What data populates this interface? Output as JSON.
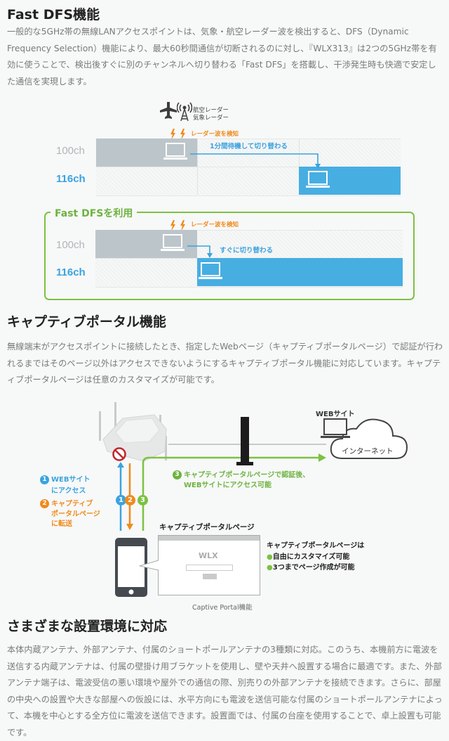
{
  "colors": {
    "blue": "#47aee2",
    "orange": "#f08a1c",
    "green": "#7cc242",
    "grey_block": "#bcc5ca",
    "heading": "#222222",
    "body_text": "#7a7a7a"
  },
  "section1": {
    "title": "Fast DFS機能",
    "paragraph": "一般的な5GHz帯の無線LANアクセスポイントは、気象・航空レーダー波を検出すると、DFS（Dynamic Frequency Selection）機能により、最大60秒間通信が切断されるのに対し、『WLX313』は2つの5GHz帯を有効に使うことで、検出後すぐに別のチャンネルへ切り替わる「Fast DFS」を搭載し、干渉発生時も快適で安定した通信を実現します。",
    "diagram_standard": {
      "radar_label_line1": "航空レーダー",
      "radar_label_line2": "気象レーダー",
      "detect_label": "レーダー波を検知",
      "switch_label": "1分間待機して切り替わる",
      "channel_a": "100ch",
      "channel_b": "116ch",
      "icons": [
        "airplane-icon",
        "radar-tower-icon",
        "lightning-icon",
        "laptop-icon"
      ]
    },
    "diagram_fast": {
      "box_title": "Fast DFSを利用",
      "detect_label": "レーダー波を検知",
      "switch_label": "すぐに切り替わる",
      "channel_a": "100ch",
      "channel_b": "116ch"
    }
  },
  "section2": {
    "title": "キャプティブポータル機能",
    "paragraph": "無線端末がアクセスポイントに接続したとき、指定したWebページ（キャプティブポータルページ）で認証が行われるまではそのページ以外はアクセスできないようにするキャプティブポータル機能に対応しています。キャプティブポータルページは任意のカスタマイズが可能です。",
    "diagram": {
      "step1_num": "1",
      "step1_line1": "WEBサイト",
      "step1_line2": "にアクセス",
      "step2_num": "2",
      "step2_line1": "キャプティブ",
      "step2_line2": "ポータルページ",
      "step2_line3": "に転送",
      "step3_num": "3",
      "step3_line1": "キャプティブポータルページで認証後、",
      "step3_line2": "WEBサイトにアクセス可能",
      "website_label": "WEBサイト",
      "internet_label": "インターネット",
      "portal_page_title": "キャプティブポータルページ",
      "portal_logo": "WLX",
      "notes_title": "キャプティブポータルページは",
      "notes": [
        "自由にカスタマイズ可能",
        "3つまでページ作成が可能"
      ],
      "caption": "Captive Portal機能",
      "icons": [
        "access-point-icon",
        "prohibited-icon",
        "router-icon",
        "laptop-icon",
        "cloud-icon",
        "smartphone-icon"
      ]
    }
  },
  "section3": {
    "title": "さまざまな設置環境に対応",
    "paragraph": "本体内蔵アンテナ、外部アンテナ、付属のショートポールアンテナの3種類に対応。このうち、本機前方に電波を送信する内蔵アンテナは、付属の壁掛け用ブラケットを使用し、壁や天井へ設置する場合に最適です。また、外部アンテナ端子は、電波受信の悪い環境や屋外での通信の際、別売りの外部アンテナを接続できます。さらに、部屋の中央への設置や大きな部屋への仮設には、水平方向にも電波を送信可能な付属のショートポールアンテナによって、本機を中心とする全方位に電波を送信できます。設置面では、付属の台座を使用することで、卓上設置も可能です。"
  }
}
